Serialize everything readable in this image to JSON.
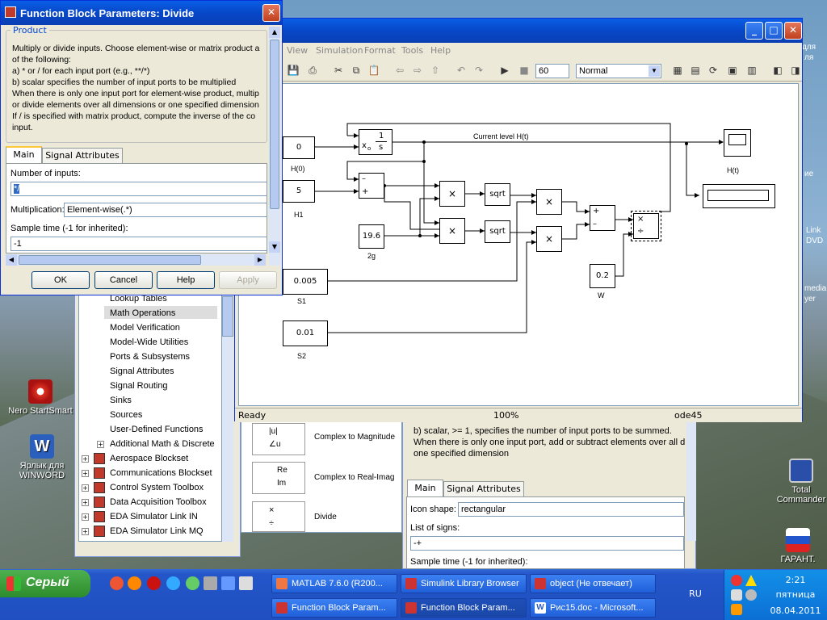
{
  "desktop": {
    "icons": [
      {
        "label": "Nero StartSmart",
        "icon": "nero-icon"
      },
      {
        "label": "Ярлык для WINWORD",
        "icon": "word-icon"
      },
      {
        "label": "Total Commander",
        "icon": "floppy-icon"
      },
      {
        "label": "ГАРАНТ.",
        "icon": "garant-icon"
      }
    ],
    "partial_labels": [
      "для",
      "ля",
      "Link",
      "DVD",
      "media",
      "yer",
      "ие"
    ]
  },
  "model_window": {
    "menu": [
      "View",
      "Simulation",
      "Format",
      "Tools",
      "Help"
    ],
    "stop_time": "60",
    "sim_mode": "Normal",
    "status": {
      "state": "Ready",
      "zoom": "100%",
      "solver": "ode45"
    },
    "blocks": {
      "h0_const": "0",
      "h0_label": "H(0)",
      "h1_const": "5",
      "h1_label": "H1",
      "g2_const": "19.6",
      "g2_label": "2g",
      "s1_const": "0.005",
      "s1_label": "S1",
      "s2_const": "0.01",
      "s2_label": "S2",
      "w_const": "0.2",
      "w_label": "W",
      "integrator_x0": "x",
      "integrator_sub": "o",
      "integrator_num": "1",
      "integrator_den": "s",
      "scope_label": "H(t)",
      "signal_label": "Current level H(t)",
      "sqrt1": "sqrt",
      "sqrt2": "sqrt",
      "mult": "×",
      "plus": "+",
      "minus": "–",
      "divide": "÷"
    }
  },
  "library_browser": {
    "items": [
      "Lookup Tables",
      "Math Operations",
      "Model Verification",
      "Model-Wide Utilities",
      "Ports & Subsystems",
      "Signal Attributes",
      "Signal Routing",
      "Sinks",
      "Sources",
      "User-Defined Functions",
      "Additional Math & Discrete"
    ],
    "blocksets": [
      "Aerospace Blockset",
      "Communications Blockset",
      "Control System Toolbox",
      "Data Acquisition Toolbox",
      "EDA Simulator Link IN",
      "EDA Simulator Link MQ"
    ],
    "right_blocks": [
      "Complex to Magnitude",
      "Complex to Real-Imag",
      "Divide"
    ],
    "mag_glyph1": "|u|",
    "mag_glyph2": "∠u",
    "re_glyph1": "Re",
    "re_glyph2": "Im"
  },
  "sum_dialog": {
    "desc": [
      "b) scalar, >= 1, specifies the number of input ports to be summed.",
      "When there is only one input port, add or subtract elements over all d",
      "one specified dimension"
    ],
    "tabs": [
      "Main",
      "Signal Attributes"
    ],
    "icon_shape_label": "Icon shape:",
    "icon_shape_value": "rectangular",
    "signs_label": "List of signs:",
    "signs_value": "-+",
    "sample_label": "Sample time (-1 for inherited):"
  },
  "dialog": {
    "title": "Function Block Parameters: Divide",
    "group": "Product",
    "desc": [
      "Multiply or divide inputs.  Choose element-wise or matrix product a",
      "of the following:",
      "a) * or / for each input port (e.g., **/*)",
      "b) scalar specifies the number of input ports to be multiplied",
      "When there is only one input port for element-wise product, multip",
      "or divide elements over all dimensions or one specified dimension",
      "If / is specified with matrix product, compute the inverse of the co",
      "input."
    ],
    "tabs": [
      "Main",
      "Signal Attributes"
    ],
    "inputs_label": "Number of inputs:",
    "inputs_value": "*/",
    "mult_label": "Multiplication:",
    "mult_value": "Element-wise(.*)",
    "sample_label": "Sample time (-1 for inherited):",
    "sample_value": "-1",
    "buttons": {
      "ok": "OK",
      "cancel": "Cancel",
      "help": "Help",
      "apply": "Apply"
    }
  },
  "taskbar": {
    "start": "Серый",
    "tasks_row1": [
      "MATLAB 7.6.0 (R200...",
      "Simulink Library Browser",
      "object (Не отвечает)"
    ],
    "tasks_row2": [
      "Function Block Param...",
      "Function Block Param...",
      "Рис15.doc - Microsoft..."
    ],
    "lang": "RU",
    "time": "2:21",
    "day": "пятница",
    "date": "08.04.2011"
  },
  "colors": {
    "xp_blue": "#0a52d6",
    "start_green": "#3a9a3a",
    "dialog_bg": "#ece9d8"
  }
}
